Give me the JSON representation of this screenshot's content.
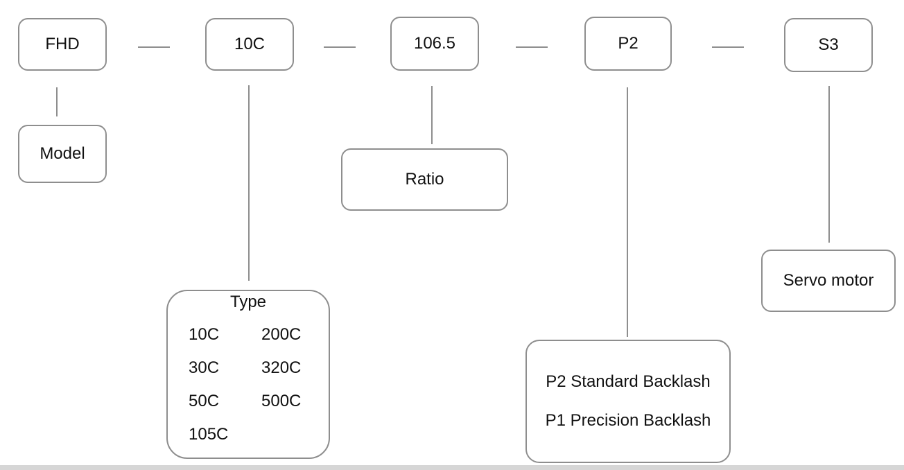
{
  "code_boxes": {
    "model_code": "FHD",
    "type_code": "10C",
    "ratio_code": "106.5",
    "backlash_code": "P2",
    "motor_code": "S3"
  },
  "descriptions": {
    "model": "Model",
    "ratio": "Ratio",
    "servo": "Servo motor",
    "type": {
      "title": "Type",
      "options": [
        "10C",
        "200C",
        "30C",
        "320C",
        "50C",
        "500C",
        "105C"
      ]
    },
    "backlash": {
      "standard": "P2 Standard Backlash",
      "precision": "P1 Precision Backlash"
    }
  },
  "colors": {
    "border": "#8e8e8e",
    "text": "#111111",
    "background": "#ffffff"
  }
}
